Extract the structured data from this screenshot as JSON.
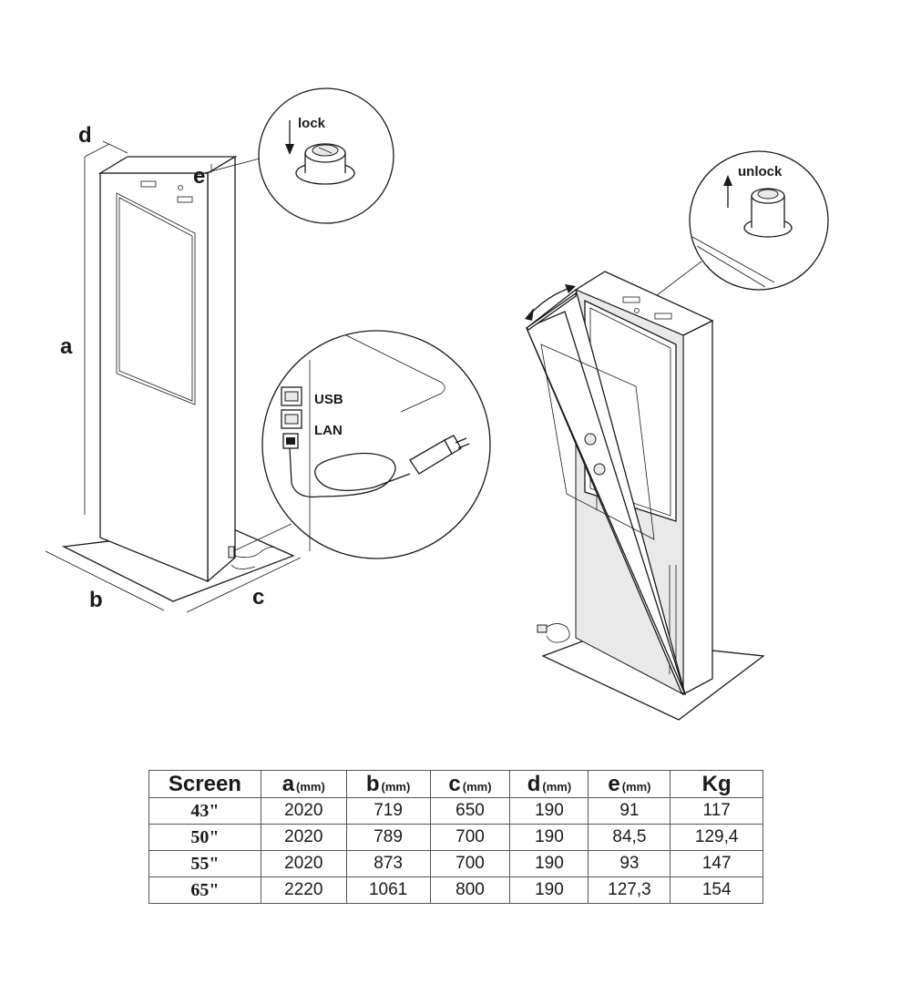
{
  "dimension_labels": {
    "a": "a",
    "b": "b",
    "c": "c",
    "d": "d",
    "e": "e"
  },
  "callouts": {
    "lock": "lock",
    "unlock": "unlock",
    "usb": "USB",
    "lan": "LAN"
  },
  "table": {
    "headers": [
      {
        "letter": "Screen",
        "unit": ""
      },
      {
        "letter": "a",
        "unit": "(mm)"
      },
      {
        "letter": "b",
        "unit": "(mm)"
      },
      {
        "letter": "c",
        "unit": "(mm)"
      },
      {
        "letter": "d",
        "unit": "(mm)"
      },
      {
        "letter": "e",
        "unit": "(mm)"
      },
      {
        "letter": "Kg",
        "unit": ""
      }
    ],
    "rows": [
      [
        "43\"",
        "2020",
        "719",
        "650",
        "190",
        "91",
        "117"
      ],
      [
        "50\"",
        "2020",
        "789",
        "700",
        "190",
        "84,5",
        "129,4"
      ],
      [
        "55\"",
        "2020",
        "873",
        "700",
        "190",
        "93",
        "147"
      ],
      [
        "65\"",
        "2220",
        "1061",
        "800",
        "190",
        "127,3",
        "154"
      ]
    ]
  }
}
